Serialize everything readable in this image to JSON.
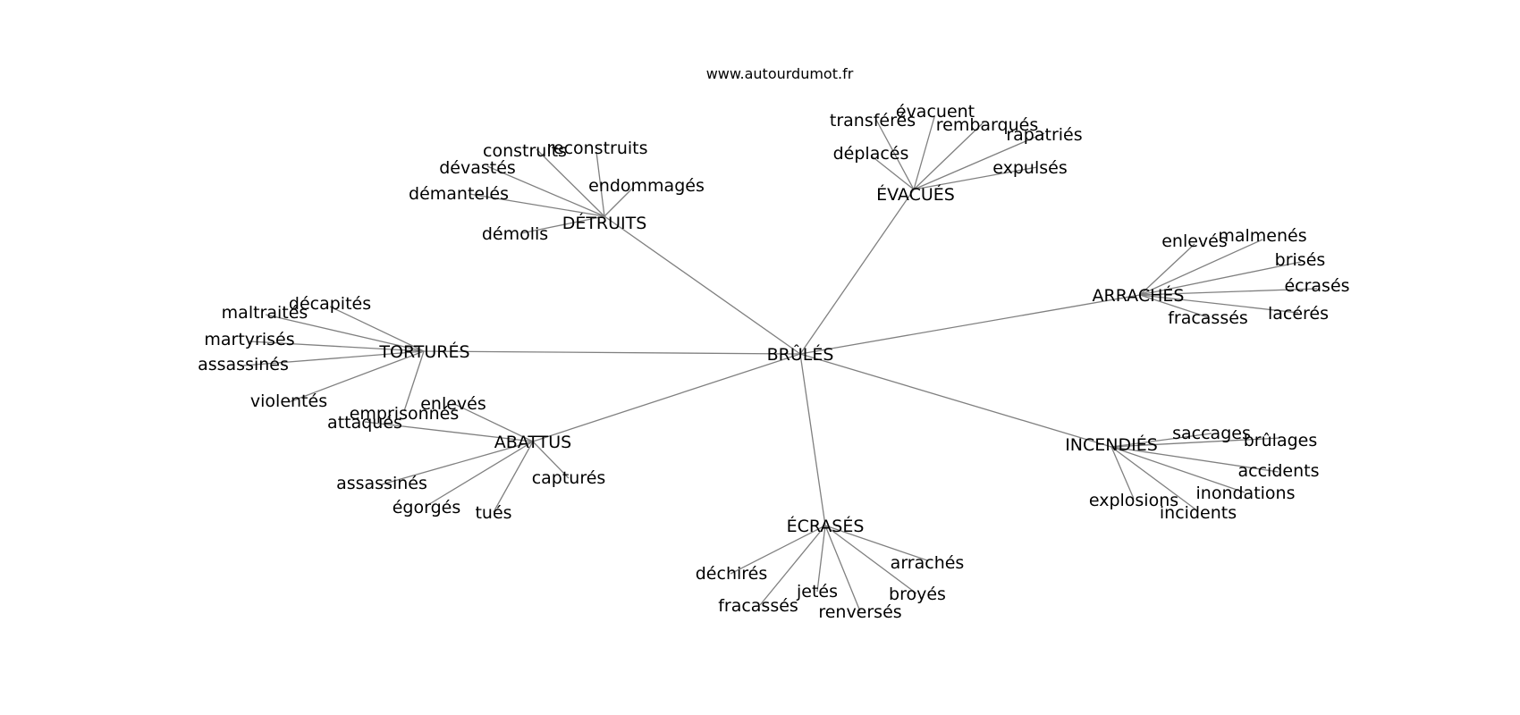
{
  "source": "www.autourdumot.fr",
  "colors": {
    "edge": "#808080",
    "text": "#000000",
    "background": "#ffffff"
  },
  "graph": {
    "center": "BRÛLÉS",
    "clusters": [
      {
        "hub": "DÉTRUITS",
        "leaves": [
          "construits",
          "reconstruits",
          "dévastés",
          "endommagés",
          "démantelés",
          "démolis"
        ]
      },
      {
        "hub": "ÉVACUÉS",
        "leaves": [
          "transférés",
          "évacuent",
          "rembarqués",
          "rapatriés",
          "déplacés",
          "expulsés"
        ]
      },
      {
        "hub": "ARRACHÉS",
        "leaves": [
          "enlevés",
          "malmenés",
          "brisés",
          "écrasés",
          "fracassés",
          "lacérés"
        ]
      },
      {
        "hub": "TORTURÉS",
        "leaves": [
          "décapités",
          "maltraités",
          "martyrisés",
          "assassinés",
          "violentés",
          "emprisonnés"
        ]
      },
      {
        "hub": "ABATTUS",
        "leaves": [
          "enlevés",
          "attaqués",
          "assassinés",
          "capturés",
          "égorgés",
          "tués"
        ]
      },
      {
        "hub": "INCENDIÉS",
        "leaves": [
          "saccages",
          "brûlages",
          "accidents",
          "inondations",
          "explosions",
          "incidents"
        ]
      },
      {
        "hub": "ÉCRASÉS",
        "leaves": [
          "arrachés",
          "déchirés",
          "jetés",
          "broyés",
          "fracassés",
          "renversés"
        ]
      }
    ]
  }
}
